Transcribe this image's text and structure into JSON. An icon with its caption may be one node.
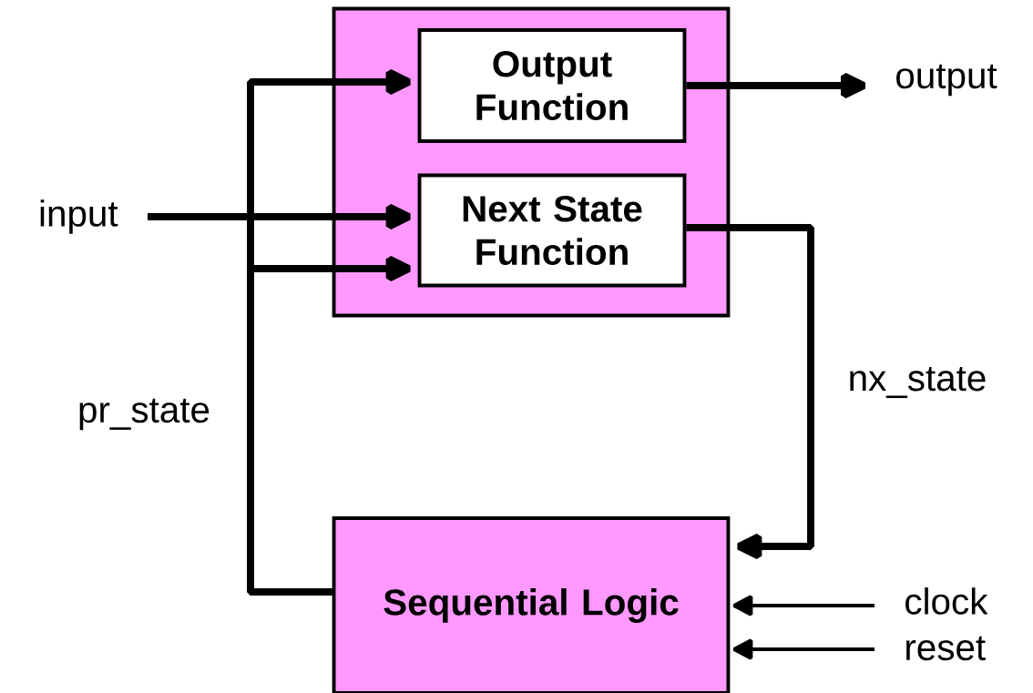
{
  "diagram": {
    "nodes": [
      {
        "text": [],
        "shape": "box"
      },
      {
        "text": [
          "Output Function"
        ],
        "in": 0
      },
      {
        "text": [
          "Next State Function"
        ],
        "in": 0
      },
      {
        "text": [
          "Sequential Logic"
        ]
      },
      {
        "text": [
          "input"
        ]
      },
      {
        "text": [
          "output"
        ]
      },
      {
        "text": [
          "clock"
        ]
      },
      {
        "text": [
          "reset"
        ]
      }
    ],
    "edges": [
      {
        "from": 4,
        "to": 2,
        "arrow": "to"
      },
      {
        "from": 1,
        "to": 5,
        "arrow": "to"
      },
      {
        "from": 2,
        "to": 3,
        "arrow": "to",
        "label": "nx_state"
      },
      {
        "from": 3,
        "to": 1,
        "arrow": "to",
        "label": "pr_state"
      },
      {
        "from": 3,
        "to": 2,
        "arrow": "to"
      },
      {
        "from": 6,
        "to": 3,
        "arrow": "to"
      },
      {
        "from": 7,
        "to": 3,
        "arrow": "to"
      }
    ]
  }
}
